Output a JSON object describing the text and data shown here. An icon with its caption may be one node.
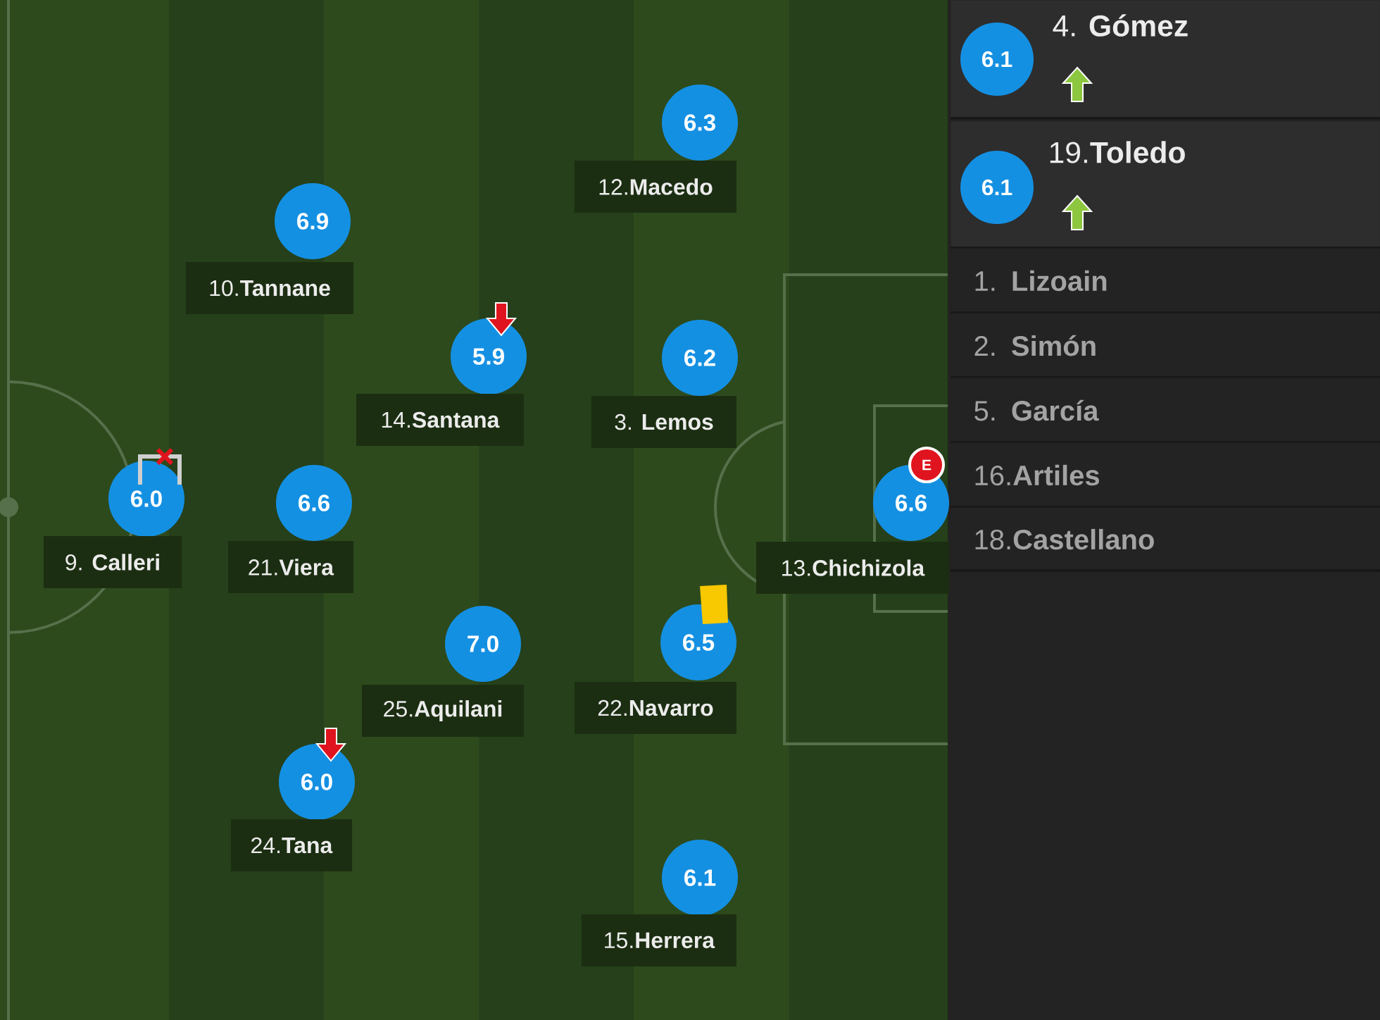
{
  "diagram": {
    "nodes": [
      {
        "text": [
          "6.3"
        ],
        "beside": [
          "12.**Macedo**"
        ]
      },
      {
        "text": [
          "6.9"
        ],
        "beside": [
          "10.**Tannane**"
        ]
      },
      {
        "text": [
          "5.9"
        ],
        "beside": [
          "14.**Santana**"
        ]
      },
      {
        "text": [
          "6.2"
        ],
        "beside": [
          "3. **Lemos**"
        ]
      },
      {
        "text": [
          "6.0"
        ],
        "beside": [
          "9. **Calleri**"
        ]
      },
      {
        "text": [
          "6.6"
        ],
        "beside": [
          "21.**Viera**"
        ]
      },
      {
        "text": [
          "6.6"
        ],
        "beside": [
          "13.**Chichizola**"
        ]
      },
      {
        "text": [
          "E"
        ]
      },
      {
        "text": [
          "6.5"
        ],
        "beside": [
          "22.**Navarro**"
        ]
      },
      {
        "text": [
          "7.0"
        ],
        "beside": [
          "25.**Aquilani**"
        ]
      },
      {
        "text": [
          "6.0"
        ],
        "beside": [
          "24.**Tana**"
        ]
      },
      {
        "text": [
          "6.1"
        ],
        "beside": [
          "15.**Herrera**"
        ]
      },
      {
        "text": [
          "4. **Gómez**"
        ]
      },
      {
        "text": [
          "6.1"
        ],
        "in": 12
      },
      {
        "text": [
          "19.**Toledo**"
        ]
      },
      {
        "text": [
          "6.1"
        ],
        "in": 14
      },
      {
        "text": [
          "1. **Lizoain**"
        ]
      },
      {
        "text": [
          "2. **Simón**"
        ]
      },
      {
        "text": [
          "5. **García**"
        ]
      },
      {
        "text": [
          "16.**Artiles**"
        ]
      },
      {
        "text": [
          "18.**Castellano**"
        ]
      }
    ]
  }
}
